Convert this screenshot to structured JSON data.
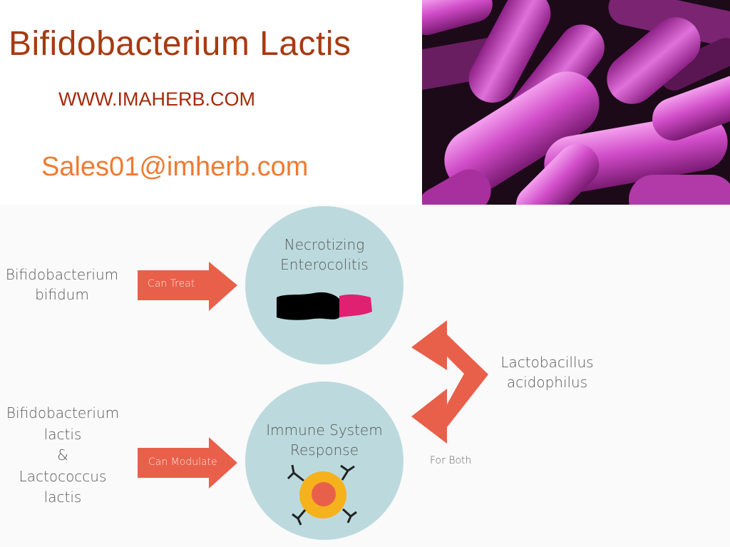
{
  "header": {
    "title": "Bifidobacterium Lactis",
    "website": "WWW.IMAHERB.COM",
    "email": "Sales01@imherb.com"
  },
  "diagram": {
    "source_top": [
      "Bifidobacterium",
      "bifidum"
    ],
    "arrow_top_label": "Can Treat",
    "circle_top": [
      "Necrotizing",
      "Enterocolitis"
    ],
    "source_bottom": [
      "Bifidobacterium",
      "lactis",
      "&",
      "Lactococcus",
      "lactis"
    ],
    "arrow_bottom_label": "Can Modulate",
    "circle_bottom": [
      "Immune System",
      "Response"
    ],
    "right_source": [
      "Lactobacillus",
      "acidophilus"
    ],
    "chevron_label": "For Both"
  },
  "colors": {
    "title": "#a83a12",
    "website": "#a52a0a",
    "email": "#f07a32",
    "arrow": "#e8604a",
    "circle": "#bcdade",
    "photo_bg": "#1a0816",
    "bacteria": "#c23cb8"
  }
}
